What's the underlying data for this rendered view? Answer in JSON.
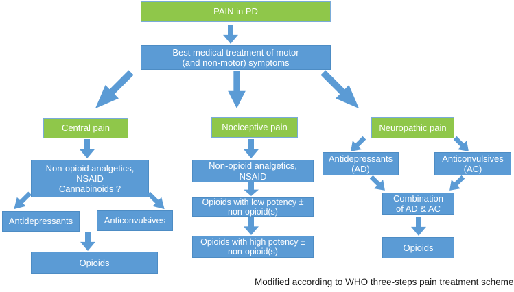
{
  "colors": {
    "green_box": "#8FC74A",
    "blue_box": "#5B9BD5",
    "box_text": "#FFFFFF",
    "caption_text": "#1B1B1B"
  },
  "nodes": {
    "pain_in_pd": "PAIN in PD",
    "treatment": "Best medical treatment of motor\n(and non-motor) symptoms",
    "central_pain": "Central pain",
    "central_nonopioid": "Non-opioid analgetics,\nNSAID\nCannabinoids ?",
    "antidepressants": "Antidepressants",
    "anticonvulsives": "Anticonvulsives",
    "opioids_central": "Opioids",
    "nociceptive_pain": "Nociceptive pain",
    "noci_nonopioid": "Non-opioid analgetics,\nNSAID",
    "opioids_low": "Opioids with low potency ±\nnon-opioid(s)",
    "opioids_high": "Opioids with high potency ±\nnon-opioid(s)",
    "neuropathic_pain": "Neuropathic pain",
    "antidepressants_ad": "Antidepressants\n(AD)",
    "anticonvulsives_ac": "Anticonvulsives\n(AC)",
    "combination": "Combination\nof AD & AC",
    "opioids_neuro": "Opioids"
  },
  "edges": [
    {
      "from": "pain_in_pd",
      "to": "treatment"
    },
    {
      "from": "treatment",
      "to": "central_pain"
    },
    {
      "from": "treatment",
      "to": "nociceptive_pain"
    },
    {
      "from": "treatment",
      "to": "neuropathic_pain"
    },
    {
      "from": "central_pain",
      "to": "central_nonopioid"
    },
    {
      "from": "central_nonopioid",
      "to": "antidepressants"
    },
    {
      "from": "central_nonopioid",
      "to": "anticonvulsives"
    },
    {
      "from": "antidepressants_anticonvulsives",
      "to": "opioids_central"
    },
    {
      "from": "nociceptive_pain",
      "to": "noci_nonopioid"
    },
    {
      "from": "noci_nonopioid",
      "to": "opioids_low"
    },
    {
      "from": "opioids_low",
      "to": "opioids_high"
    },
    {
      "from": "neuropathic_pain",
      "to": "antidepressants_ad"
    },
    {
      "from": "neuropathic_pain",
      "to": "anticonvulsives_ac"
    },
    {
      "from": "antidepressants_ad",
      "to": "combination"
    },
    {
      "from": "anticonvulsives_ac",
      "to": "combination"
    },
    {
      "from": "combination",
      "to": "opioids_neuro"
    }
  ],
  "caption": "Modified according to WHO three-steps pain treatment scheme"
}
